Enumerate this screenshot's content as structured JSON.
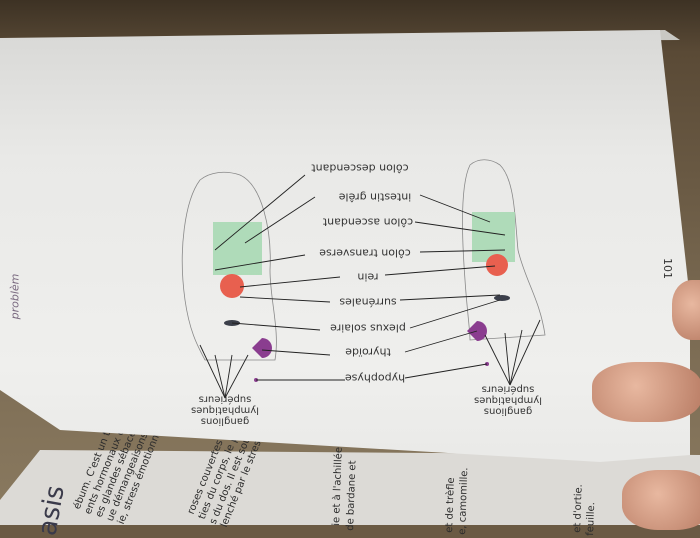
{
  "page_number": "101",
  "running_head": "problèm",
  "diagram": {
    "labels": {
      "colon_descendant": "côlon descendant",
      "intestin_grele": "intestin grêle",
      "colon_ascendant": "côlon ascendant",
      "colon_transverse": "côlon transverse",
      "rein": "rein",
      "surrenales": "surrénales",
      "plexus_solaire": "plexus solaire",
      "thyroide": "thyroïde",
      "hypophyse": "hypophyse",
      "ganglions_left": "ganglions lymphatiques supérieurs",
      "ganglions_right": "ganglions lymphatiques supérieurs"
    },
    "colors": {
      "green": "#a9d9b4",
      "red": "#e8604f",
      "purple": "#8a3d8f",
      "dark": "#3b3f4a"
    }
  },
  "facing_page": {
    "title": "asis",
    "lines": [
      "ébum. C'est un trouble",
      "ents hormonaux de la",
      "es glandes sébacées",
      "ue démangeaisons et",
      "ie, stress émotionnel",
      "roses couvertes de",
      "ties du corps, le plus",
      "s du dos. Il est sou",
      "lenché par le stress",
      "ie et à l'achillée",
      "de bardane et",
      "et de trèfle",
      "e, camomille.",
      "et d'ortie.",
      "feuille."
    ]
  }
}
